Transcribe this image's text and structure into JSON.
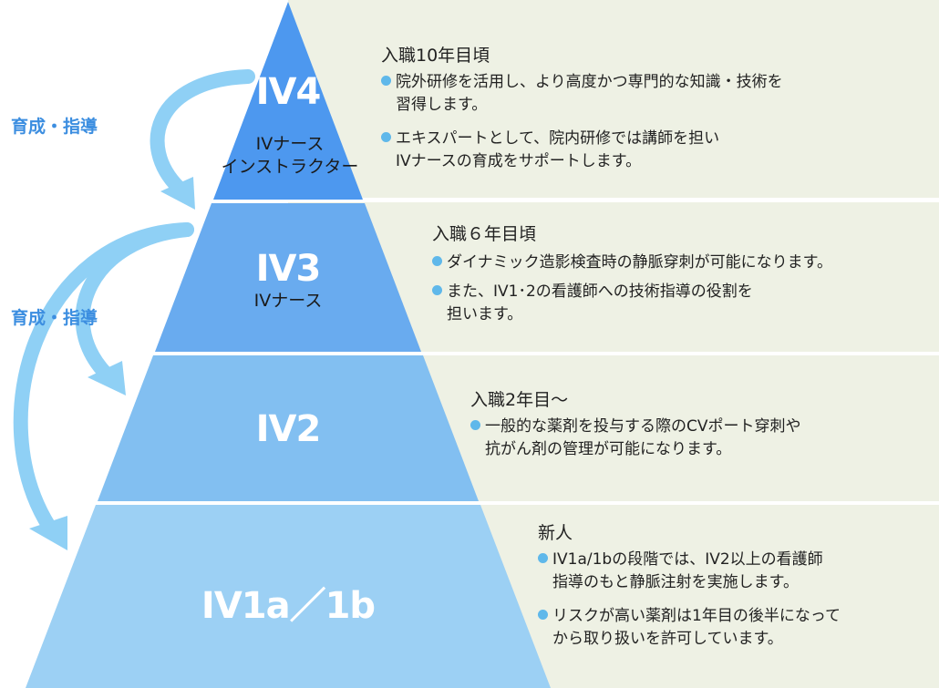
{
  "levels": [
    {
      "name": "IV4",
      "sub": [
        "IVナース",
        "インストラクター"
      ],
      "when": "入職10年目頃",
      "bullets": [
        [
          "院外研修を活用し、より高度かつ専門的な知識・技術を",
          "習得します。"
        ],
        [
          "エキスパートとして、院内研修では講師を担い",
          "IVナースの育成をサポートします。"
        ]
      ]
    },
    {
      "name": "IV3",
      "sub": [
        "IVナース"
      ],
      "when": "入職６年目頃",
      "bullets": [
        [
          "ダイナミック造影検査時の静脈穿刺が可能になります。"
        ],
        [
          "また、IV1･2の看護師への技術指導の役割を",
          "担います。"
        ]
      ]
    },
    {
      "name": "IV2",
      "sub": [],
      "when": "入職2年目～",
      "bullets": [
        [
          "一般的な薬剤を投与する際のCVポート穿刺や",
          "抗がん剤の管理が可能になります。"
        ]
      ]
    },
    {
      "name": "IV1a／1b",
      "sub": [],
      "when": "新人",
      "bullets": [
        [
          "IV1a/1bの段階では、IV2以上の看護師",
          "指導のもと静脈注射を実施します。"
        ],
        [
          "リスクが高い薬剤は1年目の後半になって",
          "から取り扱いを許可しています。"
        ]
      ]
    }
  ],
  "arrows": [
    "育成・指導",
    "育成・指導"
  ],
  "colors": {
    "iv4": "#4d98ef",
    "iv3": "#69abef",
    "iv2": "#82bff1",
    "iv1": "#9cd0f4",
    "panel": "#eef1e4",
    "arrow": "#8fd0f5",
    "arrow_text": "#3c8ee0",
    "bullet": "#5fb8ea"
  }
}
